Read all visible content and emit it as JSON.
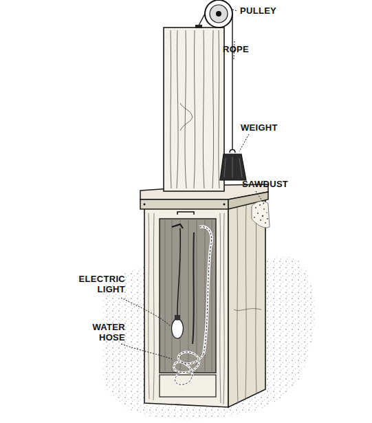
{
  "diagram": {
    "labels": [
      "PULLEY",
      "ROPE",
      "WEIGHT",
      "SAWDUST",
      "ELECTRIC LIGHT",
      "WATER HOSE"
    ]
  }
}
